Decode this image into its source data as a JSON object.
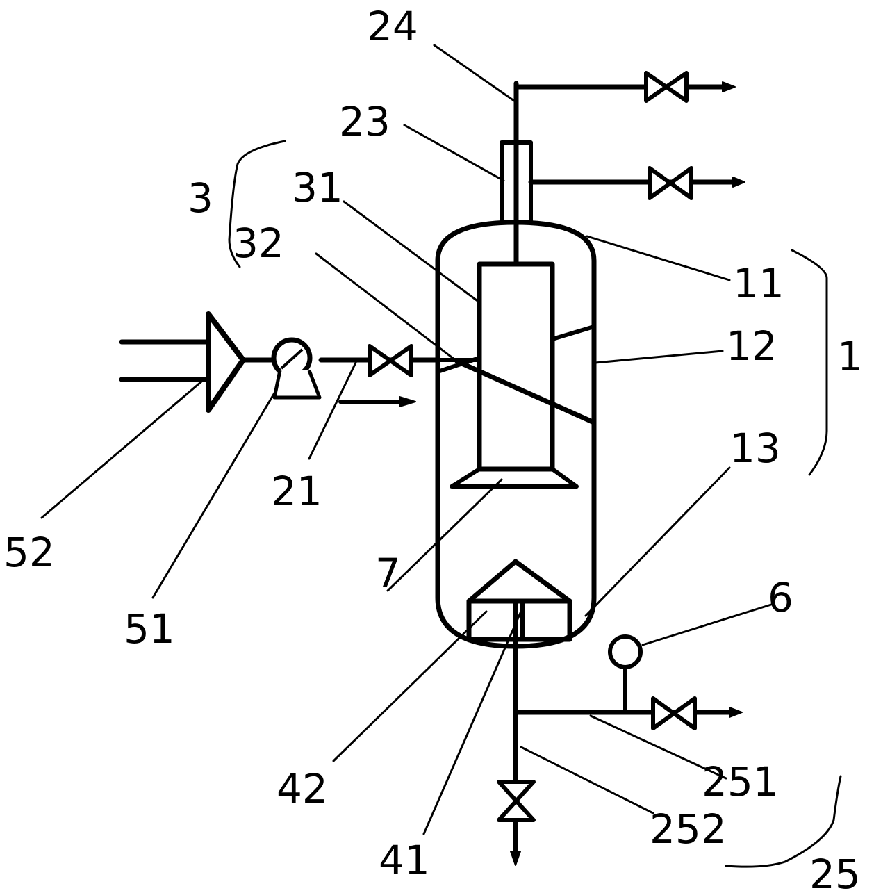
{
  "labels": {
    "l24": "24",
    "l23": "23",
    "l3": "3",
    "l31": "31",
    "l32": "32",
    "l11": "11",
    "l12": "12",
    "l1": "1",
    "l13": "13",
    "l21": "21",
    "l52": "52",
    "l51": "51",
    "l7": "7",
    "l6": "6",
    "l42": "42",
    "l41": "41",
    "l251": "251",
    "l252": "252",
    "l25": "25"
  },
  "colors": {
    "stroke": "#000000",
    "background": "#ffffff"
  }
}
